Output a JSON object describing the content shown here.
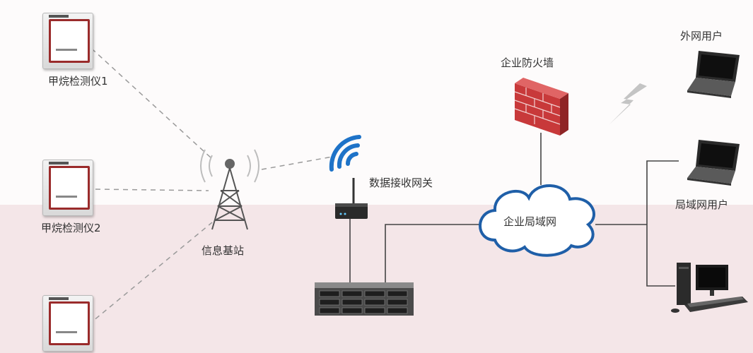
{
  "diagram": {
    "device1_label": "甲烷检测仪1",
    "device2_label": "甲烷检测仪2",
    "base_station_label": "信息基站",
    "gateway_label": "数据接收网关",
    "firewall_label": "企业防火墙",
    "network_label": "企业局域网",
    "external_user_label": "外网用户",
    "lan_user_label": "局域网用户"
  },
  "colors": {
    "firewall_brick": "#c8393a",
    "cloud_stroke": "#1f5fa8",
    "wifi_blue": "#1e73c8"
  }
}
